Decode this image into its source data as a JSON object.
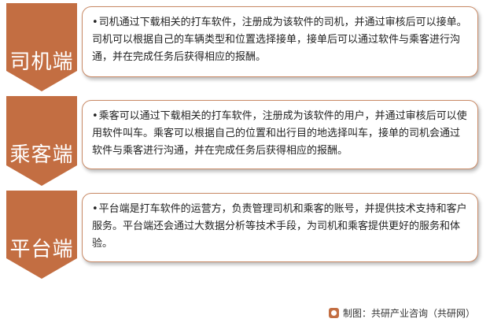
{
  "rows": [
    {
      "label": "司机端",
      "text": "司机通过下载相关的打车软件，注册成为该软件的司机，并通过审核后可以接单。司机可以根据自己的车辆类型和位置选择接单，接单后可以通过软件与乘客进行沟通，并在完成任务后获得相应的报酬。"
    },
    {
      "label": "乘客端",
      "text": "乘客可以通过下载相关的打车软件，注册成为该软件的用户，并通过审核后可以使用软件叫车。乘客可以根据自己的位置和出行目的地选择叫车，接单的司机会通过软件与乘客进行沟通，并在完成任务后获得相应的报酬。"
    },
    {
      "label": "平台端",
      "text": "平台端是打车软件的运营方，负责管理司机和乘客的账号，并提供技术支持和客户服务。平台端还会通过大数据分析等技术手段，为司机和乘客提供更好的服务和体验。"
    }
  ],
  "bullet": "•",
  "footer": {
    "text": "制图：共研产业咨询（共研网）",
    "logo_icon": "gongyan-logo-icon"
  },
  "colors": {
    "accent": "#c36e42",
    "border": "#c98a66"
  }
}
